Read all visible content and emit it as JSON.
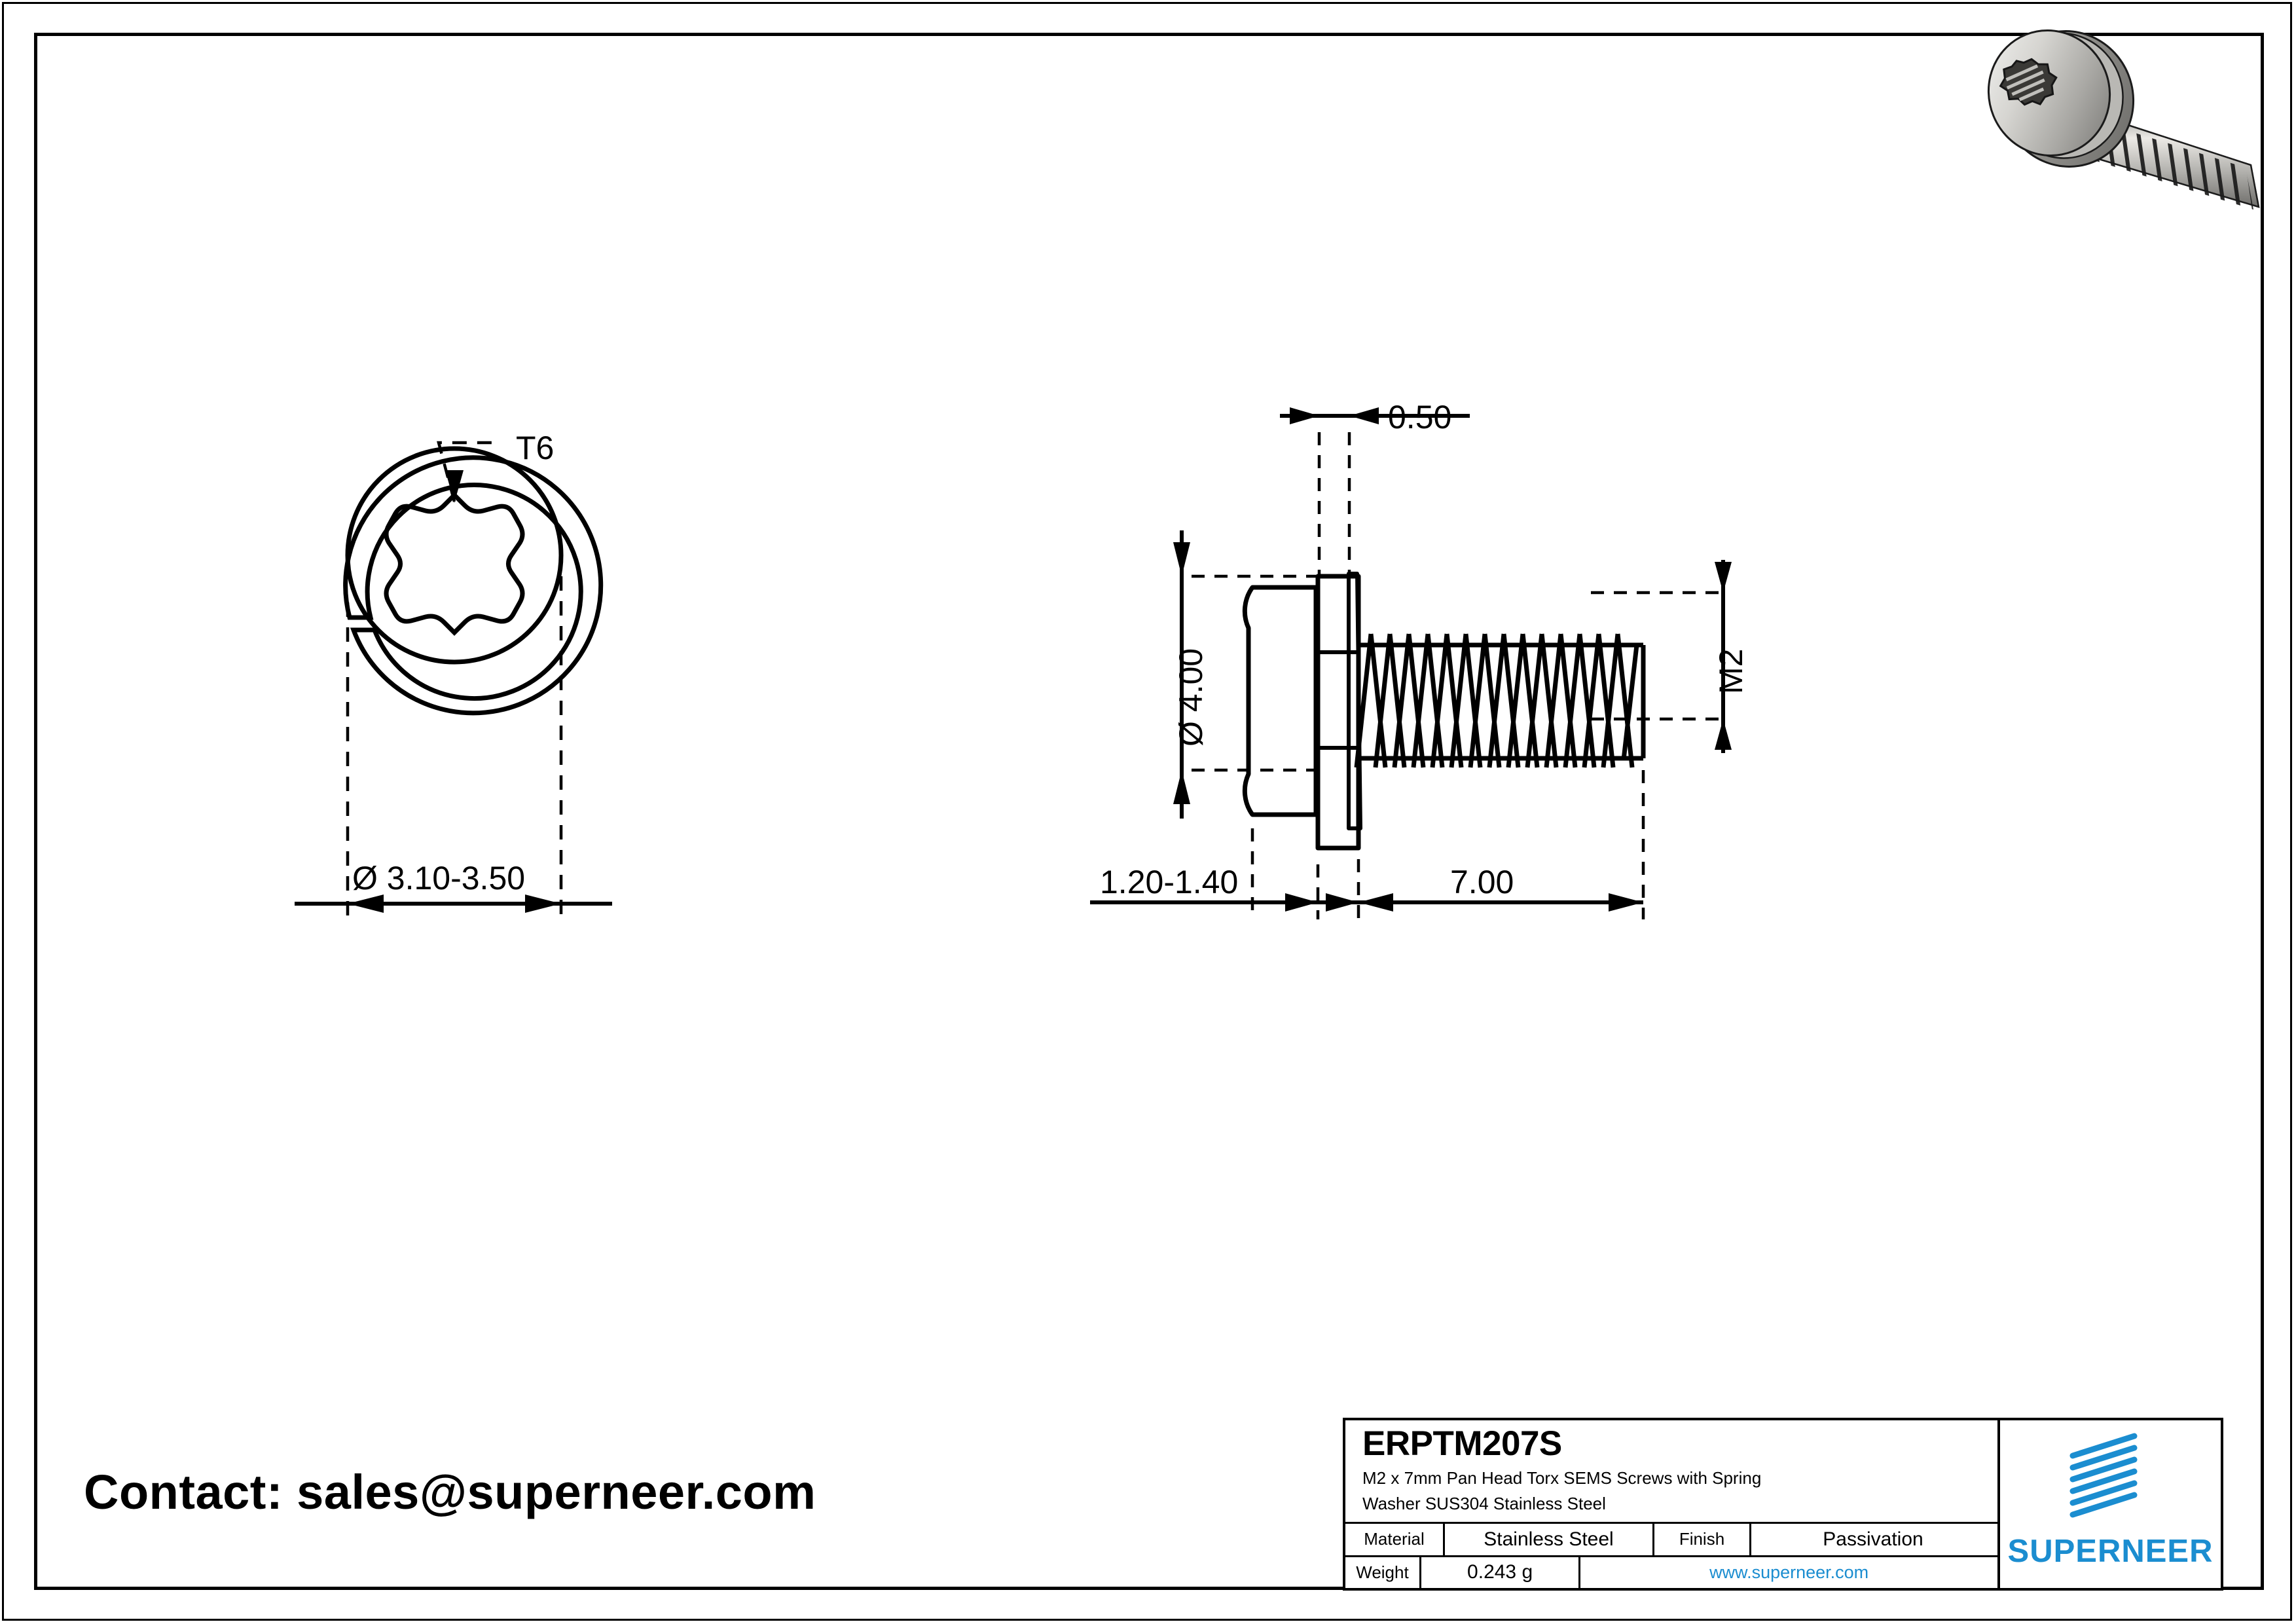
{
  "sheet": {
    "contact_text": "Contact: sales@superneer.com",
    "accent_color": "#1B8DD0",
    "line_color": "#000000"
  },
  "views": {
    "front_view": {
      "name": "front-view-torx-socket",
      "drive_callout": "T6",
      "diameter_dimension": "Ø 3.10-3.50"
    },
    "side_view": {
      "name": "side-view-screw",
      "washer_thickness": "0.50",
      "head_diameter": "Ø 4.00",
      "head_height": "1.20-1.40",
      "thread_length": "7.00",
      "thread_size": "M2"
    }
  },
  "title_block": {
    "part_number": "ERPTM207S",
    "description_line_1": "M2 x 7mm Pan Head Torx SEMS Screws with Spring",
    "description_line_2": "Washer SUS304 Stainless Steel",
    "material_label": "Material",
    "material_value": "Stainless Steel",
    "finish_label": "Finish",
    "finish_value": "Passivation",
    "weight_label": "Weight",
    "weight_value": "0.243 g",
    "website": "www.superneer.com",
    "brand": "SUPERNEER"
  }
}
